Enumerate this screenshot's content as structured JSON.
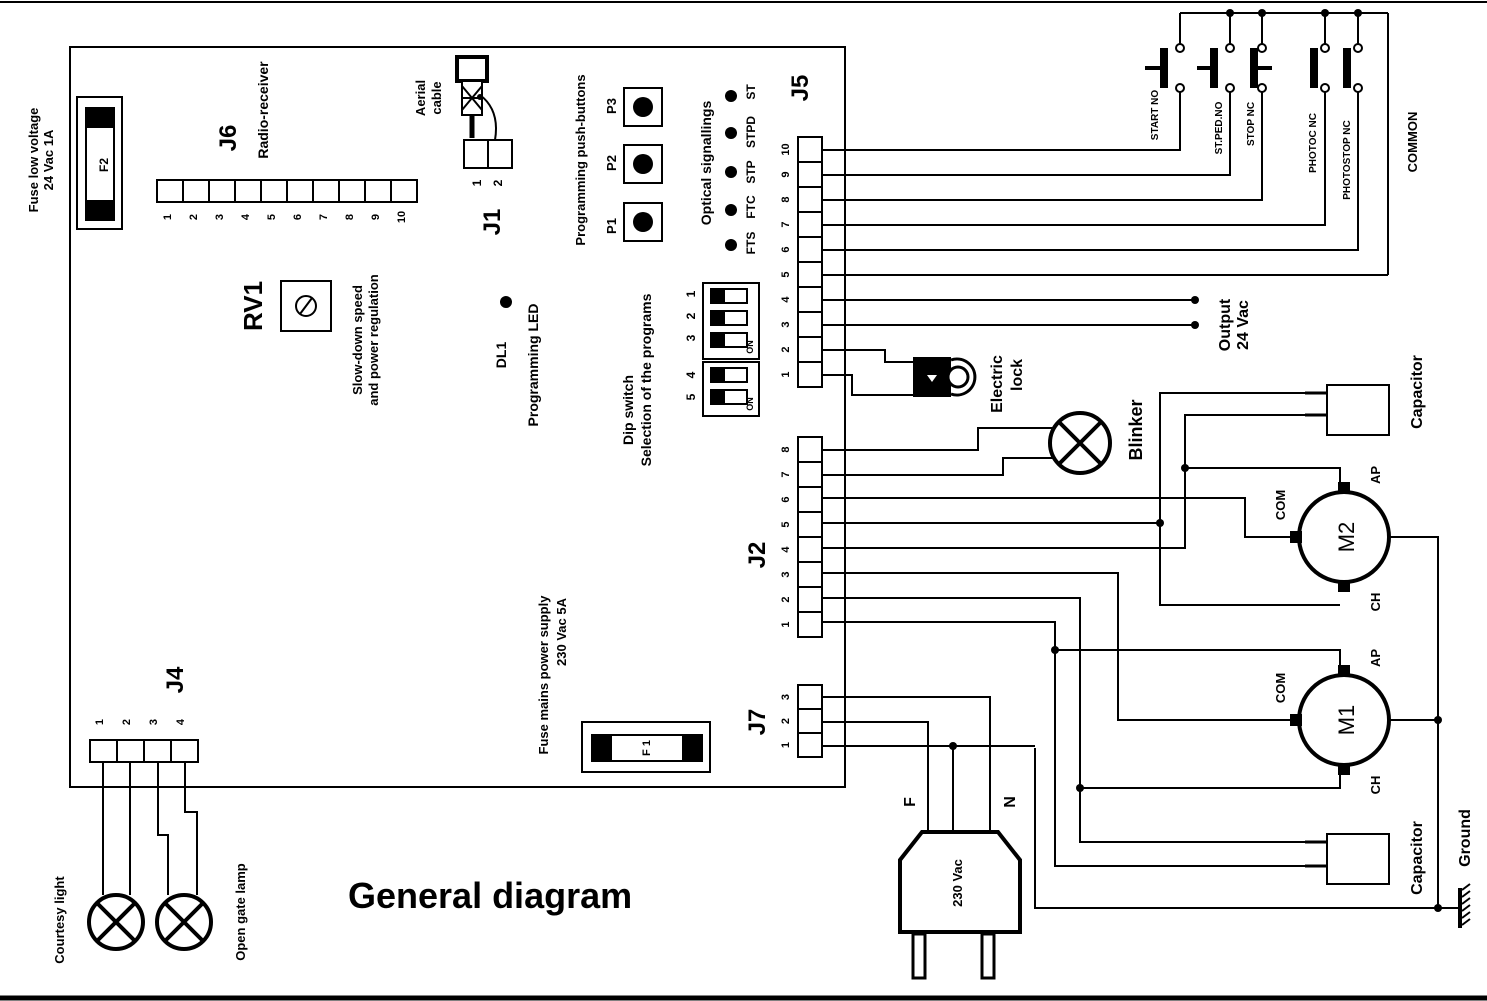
{
  "title": "General diagram",
  "labels": {
    "fuse_low": "Fuse low voltage",
    "fuse_low_rating": "24 Vac  1A",
    "f2": "F2",
    "j6": "J6",
    "radio": "Radio-receiver",
    "rv1": "RV1",
    "rv1_desc1": "Slow-down speed",
    "rv1_desc2": "and power regulation",
    "dl1": "DL1",
    "prog_led": "Programming LED",
    "aerial1": "Aerial",
    "aerial2": "cable",
    "j1": "J1",
    "j1_pin1": "1",
    "j1_pin2": "2",
    "push_buttons": "Programming push-buttons",
    "p1": "P1",
    "p2": "P2",
    "p3": "P3",
    "optical": "Optical signallings",
    "dip1": "Dip switch",
    "dip2": "Selection of the programs",
    "on": "ON",
    "j5": "J5",
    "j2": "J2",
    "j7": "J7",
    "j4": "J4",
    "fuse_mains1": "Fuse mains power supply",
    "fuse_mains2": "230 Vac  5A",
    "f1": "F 1",
    "output1": "Output",
    "output2": "24 Vac",
    "lock1": "Electric",
    "lock2": "lock",
    "blinker": "Blinker",
    "capacitor": "Capacitor",
    "common": "COMMON",
    "m1": "M1",
    "m2": "M2",
    "com": "COM",
    "ap": "AP",
    "ch": "CH",
    "f": "F",
    "n": "N",
    "plug": "230 Vac",
    "ground": "Ground",
    "courtesy": "Courtesy light",
    "opengate": "Open gate lamp"
  },
  "j6_pins": [
    "1",
    "2",
    "3",
    "4",
    "5",
    "6",
    "7",
    "8",
    "9",
    "10"
  ],
  "j5_pins": [
    "10",
    "9",
    "8",
    "7",
    "6",
    "5",
    "4",
    "3",
    "2",
    "1"
  ],
  "j2_pins": [
    "8",
    "7",
    "6",
    "5",
    "4",
    "3",
    "2",
    "1"
  ],
  "j7_pins": [
    "3",
    "2",
    "1"
  ],
  "j4_pins": [
    "1",
    "2",
    "3",
    "4"
  ],
  "dip_a": [
    "3",
    "2",
    "1"
  ],
  "dip_b": [
    "5",
    "4"
  ],
  "leds": [
    "FTS",
    "FTC",
    "STP",
    "STPD",
    "ST"
  ],
  "switches": [
    "START  NO",
    "ST.PED.NO",
    "STOP NC",
    "PHOTOC NC",
    "PHOTOSTOP NC"
  ]
}
